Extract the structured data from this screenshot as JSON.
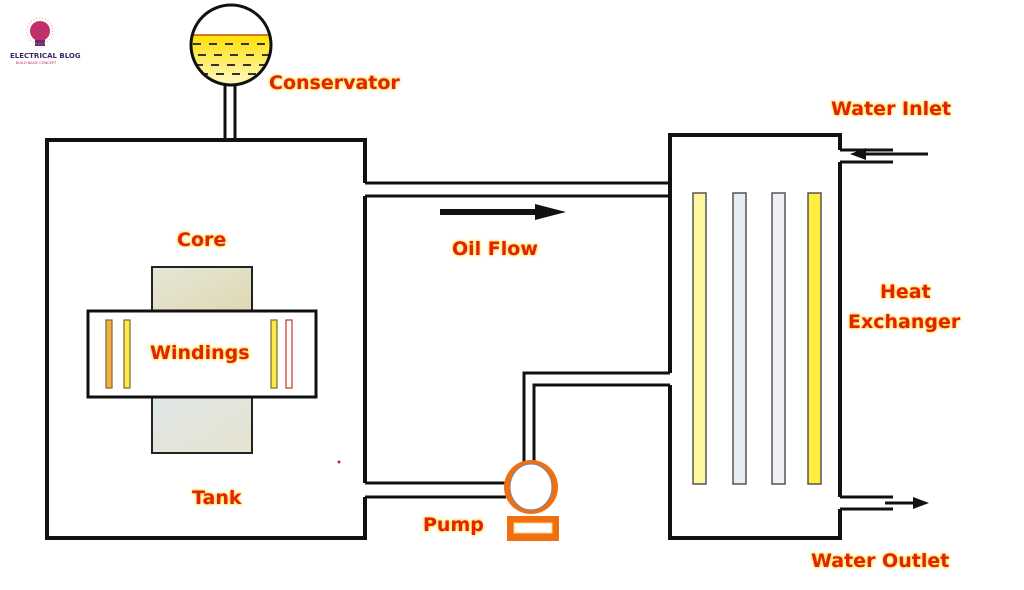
{
  "logo": {
    "title": "ELECTRICAL BLOG",
    "subtitle": "BUILD BASIC CONCEPT"
  },
  "labels": {
    "conservator": "Conservator",
    "core": "Core",
    "windings": "Windings",
    "tank": "Tank",
    "oil_flow": "Oil Flow",
    "pump": "Pump",
    "water_inlet": "Water Inlet",
    "heat_exchanger_line1": "Heat",
    "heat_exchanger_line2": "Exchanger",
    "water_outlet": "Water Outlet"
  },
  "colors": {
    "label": "#e0201a",
    "oil": "#ffe94a",
    "pump": "#f07010",
    "outline": "#111111"
  }
}
